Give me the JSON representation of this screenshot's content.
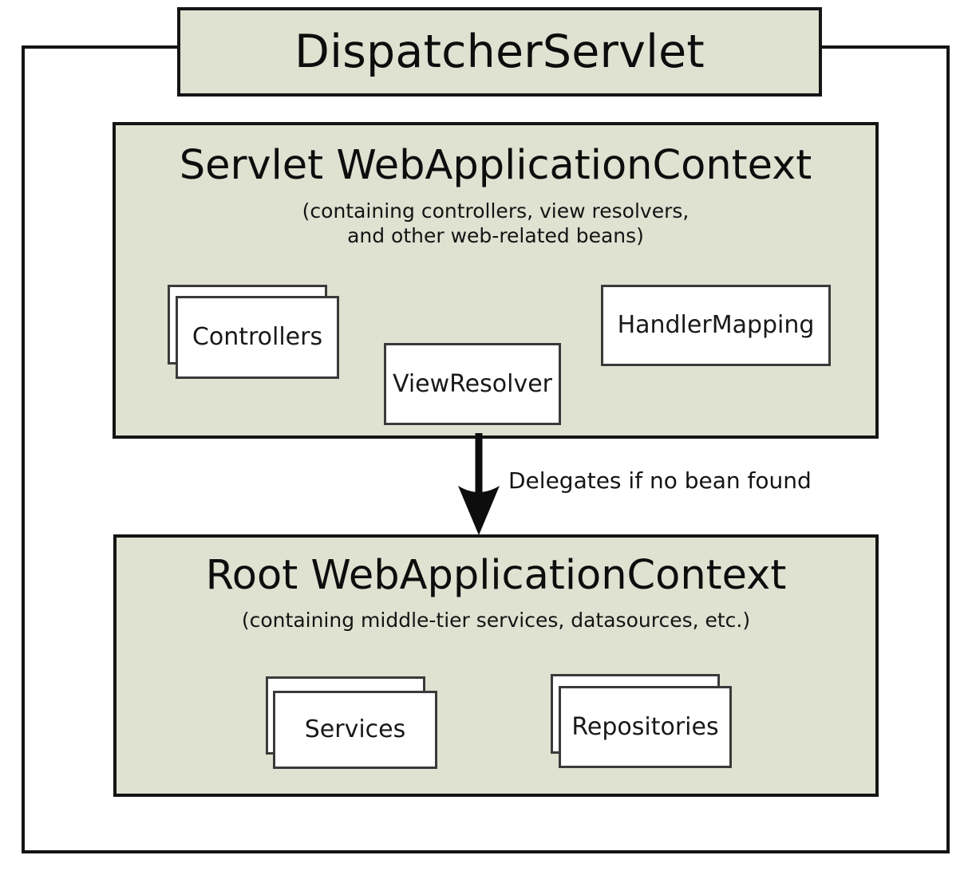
{
  "diagram": {
    "title": "DispatcherServlet",
    "background_color": "#ffffff",
    "panel_fill_color": "#dfe1d1",
    "box_fill_color": "#ffffff",
    "stroke_color": "#141414"
  },
  "servlet_context": {
    "heading": "Servlet WebApplicationContext",
    "subtitle_line1": "(containing controllers, view resolvers,",
    "subtitle_line2": "and other web-related beans)",
    "beans": [
      {
        "label": "Controllers",
        "stacked": true
      },
      {
        "label": "ViewResolver",
        "stacked": false
      },
      {
        "label": "HandlerMapping",
        "stacked": false
      }
    ]
  },
  "root_context": {
    "heading": "Root WebApplicationContext",
    "subtitle_line1": "(containing middle-tier services, datasources, etc.)",
    "beans": [
      {
        "label": "Services",
        "stacked": true
      },
      {
        "label": "Repositories",
        "stacked": true
      }
    ]
  },
  "delegation": {
    "label": "Delegates if no bean found",
    "direction": "down",
    "from": "Servlet WebApplicationContext",
    "to": "Root WebApplicationContext"
  }
}
